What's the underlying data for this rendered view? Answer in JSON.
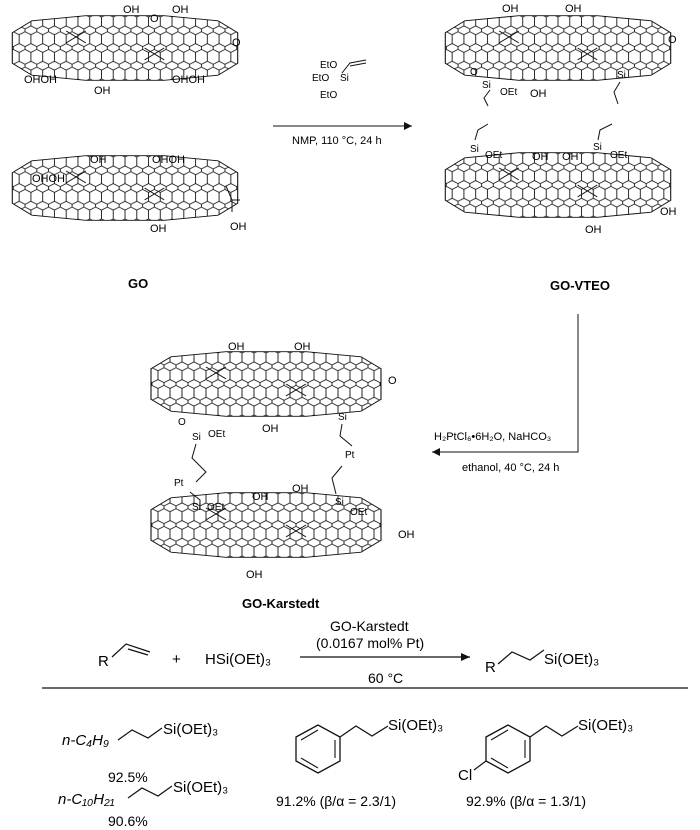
{
  "products": {
    "go": "GO",
    "go_vteo": "GO-VTEO",
    "go_karstedt": "GO-Karstedt"
  },
  "step1": {
    "reagent": {
      "eto_top": "EtO",
      "eto_mid": "EtO",
      "si": "Si",
      "eto_bottom": "EtO"
    },
    "conditions": "NMP, 110 °C, 24 h"
  },
  "step2": {
    "reagent": "H₂PtCl₆•6H₂O, NaHCO₃",
    "conditions": "ethanol, 40 °C, 24 h"
  },
  "sheet_groups": {
    "oh": "OH",
    "ohoh": "OHOH",
    "ohooh": "OHOH",
    "o": "O",
    "oet": "OEt",
    "si": "Si",
    "pt": "Pt"
  },
  "reaction": {
    "alkene_r": "R",
    "plus": "+",
    "silane": "HSi(OEt)₃",
    "catalyst": "GO-Karstedt",
    "loading": "(0.0167 mol% Pt)",
    "temperature": "60 °C",
    "product_r": "R",
    "product_si": "Si(OEt)₃"
  },
  "scope": [
    {
      "substituent": "n-C₄H₉",
      "si_group": "Si(OEt)₃",
      "yield": "92.5%"
    },
    {
      "substituent": "n-C₁₀H₂₁",
      "si_group": "Si(OEt)₃",
      "yield": "90.6%"
    },
    {
      "substituent": "",
      "si_group": "Si(OEt)₃",
      "yield": "91.2% (β/α = 2.3/1)"
    },
    {
      "substituent": "Cl",
      "si_group": "Si(OEt)₃",
      "yield": "92.9% (β/α = 1.3/1)"
    }
  ]
}
